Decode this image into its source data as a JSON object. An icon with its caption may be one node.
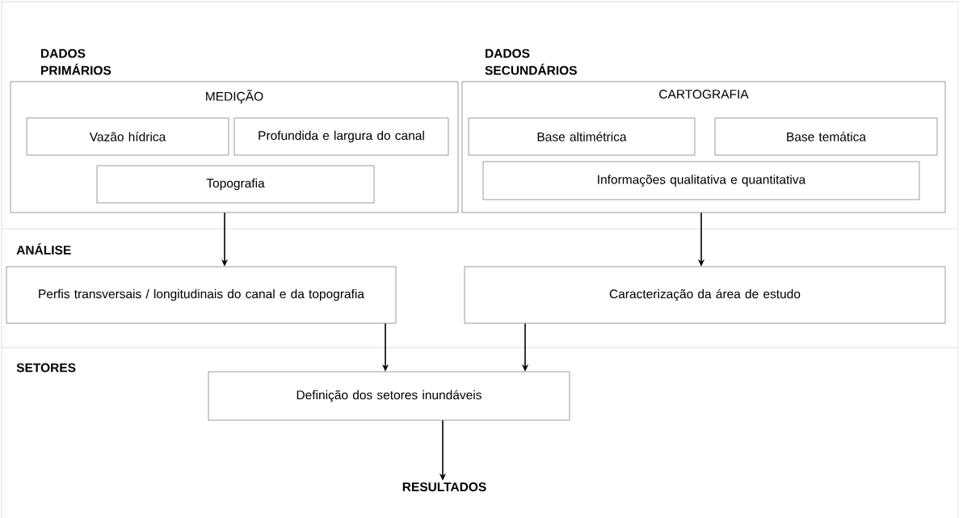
{
  "diagram": {
    "nodes": [
      {
        "text": [
          "DADOS PRIMÁRIOS",
          "MEDIÇÃO"
        ]
      },
      {
        "text": [
          "Vazão hídrica"
        ],
        "in": 0
      },
      {
        "text": [
          "Profundida e largura do canal"
        ],
        "in": 0
      },
      {
        "text": [
          "Topografia"
        ],
        "in": 0
      },
      {
        "text": [
          "DADOS SECUNDÁRIOS",
          "CARTOGRAFIA"
        ]
      },
      {
        "text": [
          "Base altimétrica"
        ],
        "in": 4
      },
      {
        "text": [
          "Base temática"
        ],
        "in": 4
      },
      {
        "text": [
          "Informações qualitativa e quantitativa"
        ],
        "in": 4
      },
      {
        "text": [
          "Perfis transversais / longitudinais do canal e da topografia"
        ]
      },
      {
        "text": [
          "Caracterização da área de estudo"
        ]
      },
      {
        "text": [
          "Definição dos setores inundáveis"
        ]
      },
      {
        "text": [
          "RESULTADOS"
        ]
      }
    ],
    "edges": [
      {
        "from": 0,
        "to": 8,
        "arrow": "to"
      },
      {
        "from": 4,
        "to": 9,
        "arrow": "to"
      },
      {
        "from": 8,
        "to": 10,
        "arrow": "to"
      },
      {
        "from": 9,
        "to": 10,
        "arrow": "to"
      },
      {
        "from": 10,
        "to": 11,
        "arrow": "to"
      }
    ],
    "labels": [
      "ANÁLISE",
      "SETORES"
    ]
  }
}
